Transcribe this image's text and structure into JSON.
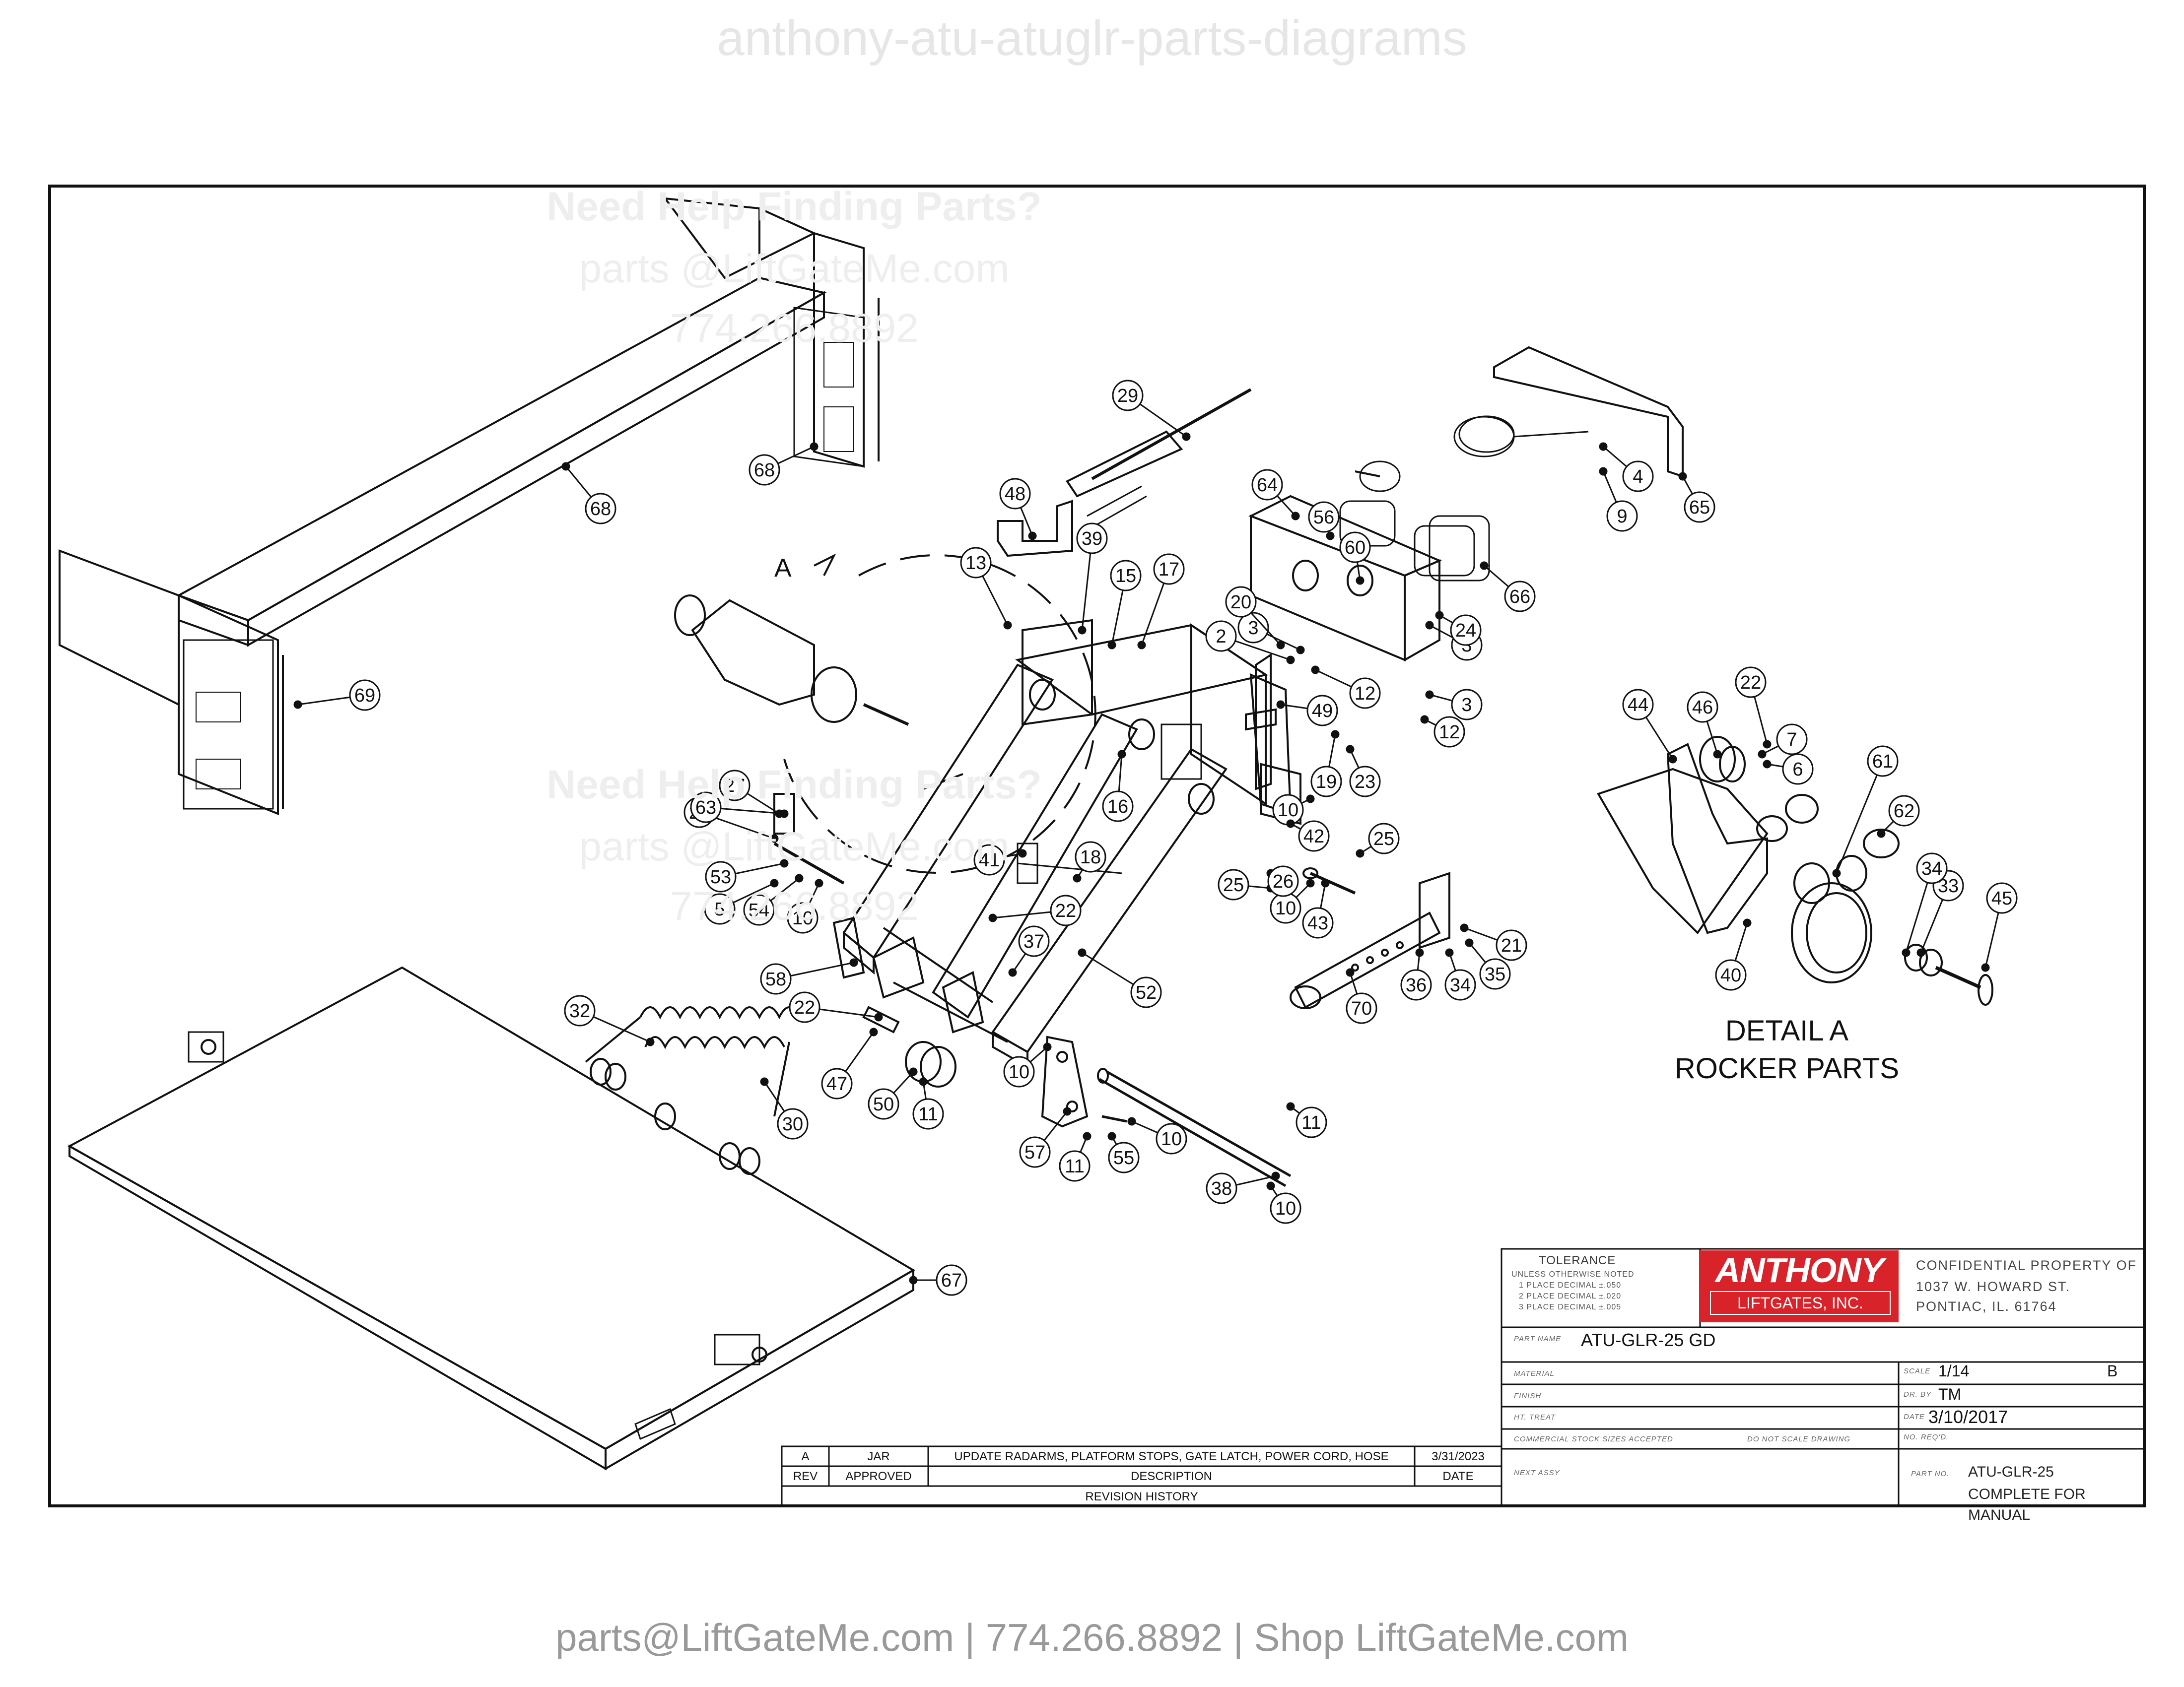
{
  "watermark": {
    "top": "anthony-atu-atuglr-parts-diagrams",
    "help_title": "Need Help Finding Parts?",
    "help_email": "parts @LiftGateMe.com",
    "help_phone": "774.266.8892"
  },
  "footer": "parts@LiftGateMe.com | 774.266.8892 | Shop LiftGateMe.com",
  "view_label": "A",
  "detail": {
    "line1": "DETAIL A",
    "line2": "ROCKER PARTS"
  },
  "title_block": {
    "tolerance": {
      "title": "TOLERANCE",
      "line1": "UNLESS OTHERWISE NOTED",
      "line2": "1 PLACE DECIMAL ±.050",
      "line3": "2 PLACE DECIMAL ±.020",
      "line4": "3 PLACE DECIMAL ±.005"
    },
    "logo_name": "ANTHONY",
    "logo_sub": "LIFTGATES, INC.",
    "confidential": "CONFIDENTIAL PROPERTY OF",
    "address1": "1037 W. HOWARD ST.",
    "address2": "PONTIAC, IL. 61764",
    "part_name_label": "PART NAME",
    "part_name": "ATU-GLR-25 GD",
    "material_label": "MATERIAL",
    "finish_label": "FINISH",
    "ht_treat_label": "HT. TREAT",
    "stock_label": "COMMERCIAL STOCK SIZES ACCEPTED",
    "noscale_label": "DO NOT SCALE DRAWING",
    "next_assy_label": "NEXT ASSY",
    "scale_label": "SCALE",
    "scale": "1/14",
    "size": "B",
    "dr_by_label": "DR. BY",
    "dr_by": "TM",
    "date_label": "DATE",
    "date": "3/10/2017",
    "no_req_label": "NO. REQ'D.",
    "part_no_label": "PART NO.",
    "part_no_1": "ATU-GLR-25",
    "part_no_2": "COMPLETE FOR",
    "part_no_3": "MANUAL"
  },
  "revision": {
    "rev": "A",
    "approved": "JAR",
    "description": "UPDATE RADARMS, PLATFORM STOPS, GATE LATCH, POWER CORD, HOSE",
    "date": "3/31/2023",
    "h_rev": "REV",
    "h_approved": "APPROVED",
    "h_description": "DESCRIPTION",
    "h_date": "DATE",
    "history": "REVISION HISTORY"
  },
  "callouts": [
    "2",
    "3",
    "3",
    "3",
    "4",
    "5",
    "6",
    "7",
    "9",
    "10",
    "10",
    "10",
    "10",
    "10",
    "10",
    "11",
    "11",
    "11",
    "12",
    "12",
    "13",
    "15",
    "16",
    "17",
    "18",
    "19",
    "20",
    "21",
    "22",
    "22",
    "22",
    "23",
    "24",
    "25",
    "25",
    "26",
    "27",
    "28",
    "29",
    "30",
    "32",
    "33",
    "34",
    "34",
    "35",
    "36",
    "37",
    "38",
    "39",
    "40",
    "41",
    "42",
    "43",
    "44",
    "45",
    "46",
    "47",
    "48",
    "49",
    "50",
    "52",
    "53",
    "54",
    "55",
    "56",
    "57",
    "58",
    "60",
    "61",
    "62",
    "63",
    "64",
    "65",
    "66",
    "67",
    "68",
    "68",
    "69",
    "70"
  ],
  "colors": {
    "line": "#111111",
    "logo_red": "#d8232a",
    "watermark": "#e6e6e6",
    "footer": "#999999"
  }
}
